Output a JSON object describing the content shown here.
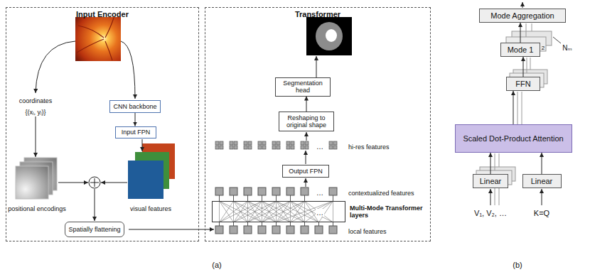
{
  "diagram": {
    "nodes": [
      {
        "text": [
          "Input Encoder"
        ]
      },
      {
        "text": [
          "CNN backbone"
        ],
        "in": 0
      },
      {
        "text": [
          "Input FPN"
        ],
        "in": 0
      },
      {
        "text": [
          "Spatially flattening"
        ],
        "in": 0
      },
      {
        "text": [
          "Transformer"
        ]
      },
      {
        "text": [
          "Segmentation head"
        ],
        "in": 4
      },
      {
        "text": [
          "Reshaping to original shape"
        ],
        "in": 4
      },
      {
        "text": [
          "Output FPN"
        ],
        "in": 4
      },
      {
        "text": [
          "Multi-Mode Transformer layers"
        ],
        "in": 4
      },
      {
        "text": [
          "Mode Aggregation"
        ]
      },
      {
        "text": [
          "Mode 1"
        ]
      },
      {
        "text": [
          "FFN"
        ]
      },
      {
        "text": [
          "Scaled Dot-Product Attention"
        ]
      },
      {
        "text": [
          "Linear"
        ]
      },
      {
        "text": [
          "Linear"
        ]
      }
    ],
    "edges": [
      {
        "from": 1,
        "to": 2,
        "arrow": "to"
      },
      {
        "from": 6,
        "to": 5,
        "arrow": "to"
      },
      {
        "from": 13,
        "to": 12,
        "arrow": "to"
      },
      {
        "from": 14,
        "to": 12,
        "arrow": "to"
      },
      {
        "from": 12,
        "to": 11,
        "arrow": "to"
      },
      {
        "from": 11,
        "to": 10,
        "arrow": "to"
      },
      {
        "from": 10,
        "to": 9,
        "arrow": "to"
      }
    ],
    "labels": [
      "coordinates",
      "{(xᵢ, yᵢ)}",
      "positional encodings",
      "visual features",
      "…",
      "hi-res features",
      "…",
      "contextualized features",
      "…",
      "local features",
      "2",
      "Nₘ",
      "V₁, V₂, …",
      "K=Q",
      "(a)",
      "(b)"
    ]
  }
}
